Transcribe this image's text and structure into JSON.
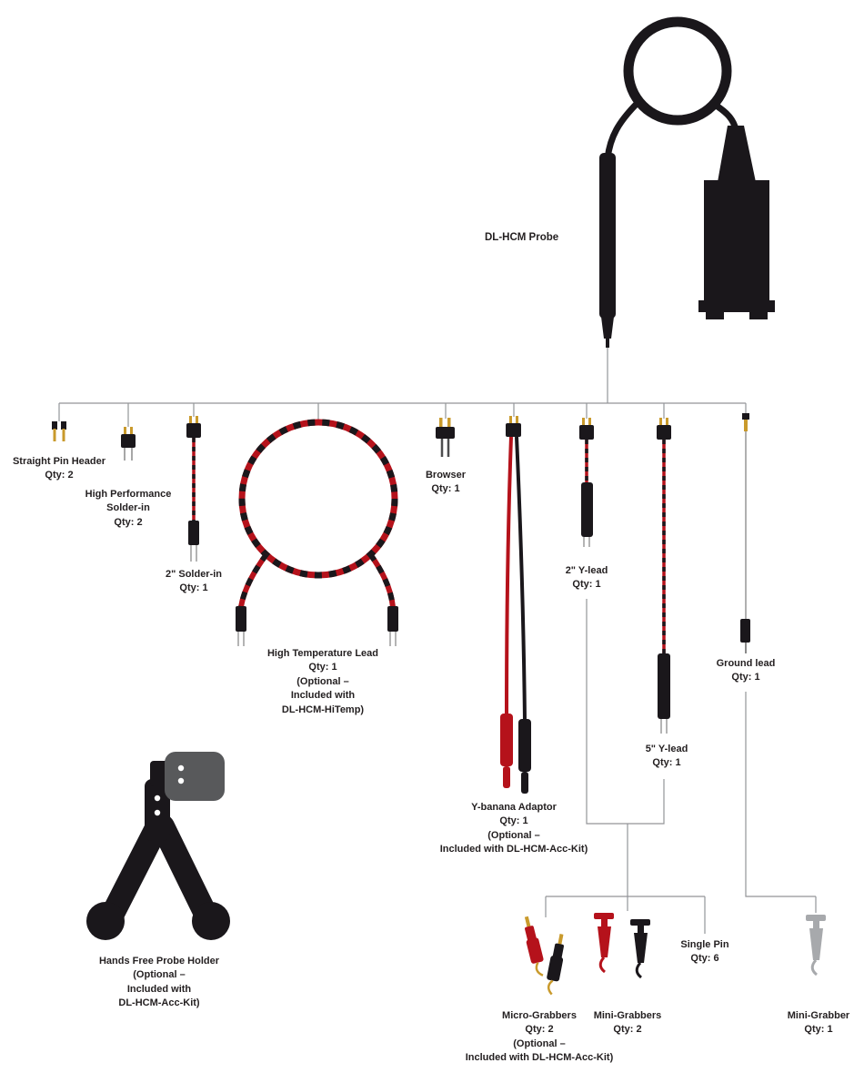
{
  "probe": {
    "label": "DL-HCM Probe"
  },
  "items": {
    "straight_pin_header": {
      "name": "Straight Pin Header",
      "qty": "Qty: 2"
    },
    "hp_solder_in": {
      "name": "High Performance Solder-in",
      "qty": "Qty: 2"
    },
    "solder_in_2": {
      "name": "2\" Solder-in",
      "qty": "Qty: 1"
    },
    "high_temp_lead": {
      "name": "High Temperature Lead",
      "qty": "Qty: 1",
      "note": "(Optional –\nIncluded with\nDL-HCM-HiTemp)"
    },
    "browser": {
      "name": "Browser",
      "qty": "Qty: 1"
    },
    "y_banana": {
      "name": "Y-banana Adaptor",
      "qty": "Qty: 1",
      "note": "(Optional –\nIncluded with DL-HCM-Acc-Kit)"
    },
    "y_lead_2": {
      "name": "2\" Y-lead",
      "qty": "Qty: 1"
    },
    "y_lead_5": {
      "name": "5\" Y-lead",
      "qty": "Qty: 1"
    },
    "ground_lead": {
      "name": "Ground lead",
      "qty": "Qty: 1"
    },
    "probe_holder": {
      "name": "Hands Free Probe Holder",
      "note": "(Optional –\nIncluded with\nDL-HCM-Acc-Kit)"
    },
    "micro_grabbers": {
      "name": "Micro-Grabbers",
      "qty": "Qty: 2",
      "note": "(Optional –\nIncluded with DL-HCM-Acc-Kit)"
    },
    "mini_grabbers": {
      "name": "Mini-Grabbers",
      "qty": "Qty: 2"
    },
    "single_pin": {
      "name": "Single Pin",
      "qty": "Qty: 6"
    },
    "mini_grabber_single": {
      "name": "Mini-Grabber",
      "qty": "Qty: 1"
    }
  },
  "colors": {
    "red": "#b5121b",
    "gold": "#c99a2c",
    "black": "#1a171b",
    "gray": "#a7a9ac",
    "line": "#939598"
  }
}
